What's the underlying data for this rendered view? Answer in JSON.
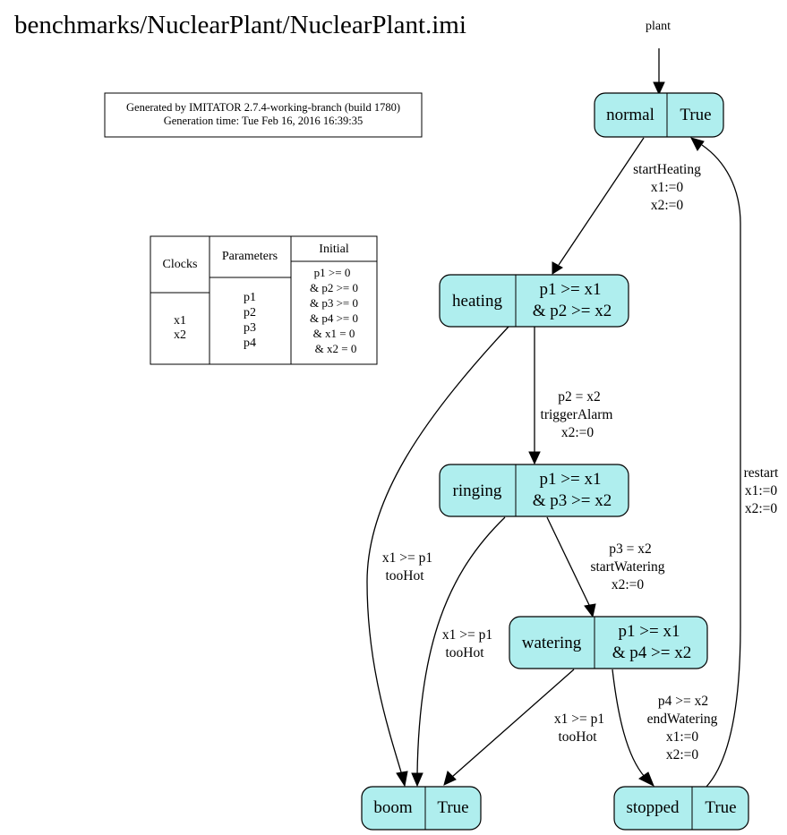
{
  "title": "benchmarks/NuclearPlant/NuclearPlant.imi",
  "info_box": {
    "line1": "Generated by IMITATOR 2.7.4-working-branch (build 1780)",
    "line2": "Generation time: Tue Feb 16, 2016 16:39:35"
  },
  "declarations": {
    "clocks_header": "Clocks",
    "clocks": [
      "x1",
      "x2"
    ],
    "parameters_header": "Parameters",
    "parameters": [
      "p1",
      "p2",
      "p3",
      "p4"
    ],
    "initial_header": "Initial",
    "initial": [
      "p1 >= 0",
      "& p2 >= 0",
      "& p3 >= 0",
      "& p4 >= 0",
      "& x1 = 0",
      "& x2 = 0"
    ]
  },
  "automaton": {
    "start_label": "plant",
    "locations": {
      "normal": {
        "name": "normal",
        "invariant": [
          "True"
        ]
      },
      "heating": {
        "name": "heating",
        "invariant": [
          "p1 >= x1",
          "& p2 >= x2"
        ]
      },
      "ringing": {
        "name": "ringing",
        "invariant": [
          "p1 >= x1",
          "& p3 >= x2"
        ]
      },
      "watering": {
        "name": "watering",
        "invariant": [
          "p1 >= x1",
          "& p4 >= x2"
        ]
      },
      "boom": {
        "name": "boom",
        "invariant": [
          "True"
        ]
      },
      "stopped": {
        "name": "stopped",
        "invariant": [
          "True"
        ]
      }
    },
    "transitions": {
      "start_heating": [
        "startHeating",
        "x1:=0",
        "x2:=0"
      ],
      "trigger_alarm": [
        "p2 = x2",
        "triggerAlarm",
        "x2:=0"
      ],
      "start_watering": [
        "p3 = x2",
        "startWatering",
        "x2:=0"
      ],
      "heating_too_hot": [
        "x1 >= p1",
        "tooHot"
      ],
      "ringing_too_hot": [
        "x1 >= p1",
        "tooHot"
      ],
      "watering_too_hot": [
        "x1 >= p1",
        "tooHot"
      ],
      "end_watering": [
        "p4 >= x2",
        "endWatering",
        "x1:=0",
        "x2:=0"
      ],
      "restart": [
        "restart",
        "x1:=0",
        "x2:=0"
      ]
    }
  },
  "colors": {
    "location_fill": "#afeeee",
    "stroke": "#000000"
  }
}
